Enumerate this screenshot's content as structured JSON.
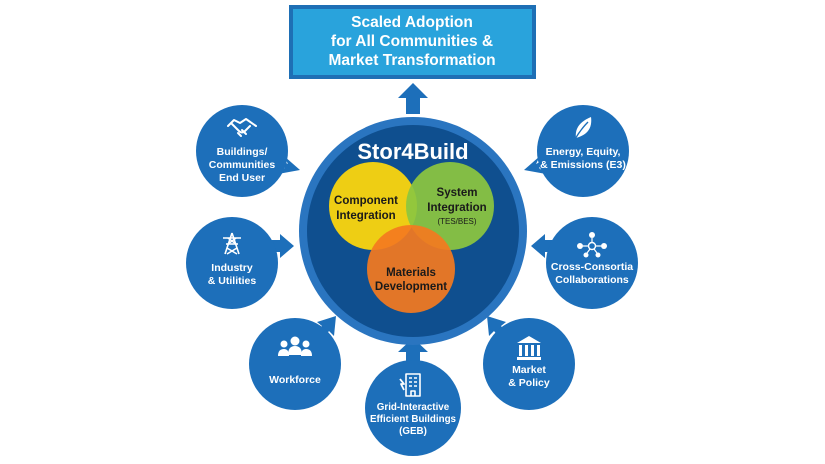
{
  "banner": {
    "lines": [
      "Scaled Adoption",
      "for All Communities &",
      "Market Transformation"
    ]
  },
  "hub": {
    "title": "Stor4Build",
    "venn": {
      "component": [
        "Component",
        "Integration"
      ],
      "system": [
        "System",
        "Integration"
      ],
      "system_sub": "(TES/BES)",
      "materials": [
        "Materials",
        "Development"
      ]
    }
  },
  "nodes": {
    "buildings": {
      "icon": "handshake-icon",
      "lines": [
        "Buildings/",
        "Communities",
        "End User"
      ]
    },
    "industry": {
      "icon": "power-tower-icon",
      "lines": [
        "Industry",
        "& Utilities"
      ]
    },
    "workforce": {
      "icon": "team-icon",
      "lines": [
        "Workforce"
      ]
    },
    "geb": {
      "icon": "smart-building-icon",
      "lines": [
        "Grid-Interactive",
        "Efficient Buildings",
        "(GEB)"
      ]
    },
    "market": {
      "icon": "bank-icon",
      "lines": [
        "Market",
        "& Policy"
      ]
    },
    "collab": {
      "icon": "network-people-icon",
      "lines": [
        "Cross-Consortia",
        "Collaborations"
      ]
    },
    "energy": {
      "icon": "leaf-icon",
      "lines": [
        "Energy, Equity,",
        "& Emissions (E3)"
      ]
    }
  },
  "colors": {
    "node_blue": "#1d6fba",
    "hub_ring": "#2a75c0",
    "hub_core": "#0f4f8f",
    "banner": "#29a3dc",
    "arrow": "#1d6fba",
    "yellow": "#f6d310",
    "green": "#8cc63f",
    "orange": "#f47a20"
  }
}
